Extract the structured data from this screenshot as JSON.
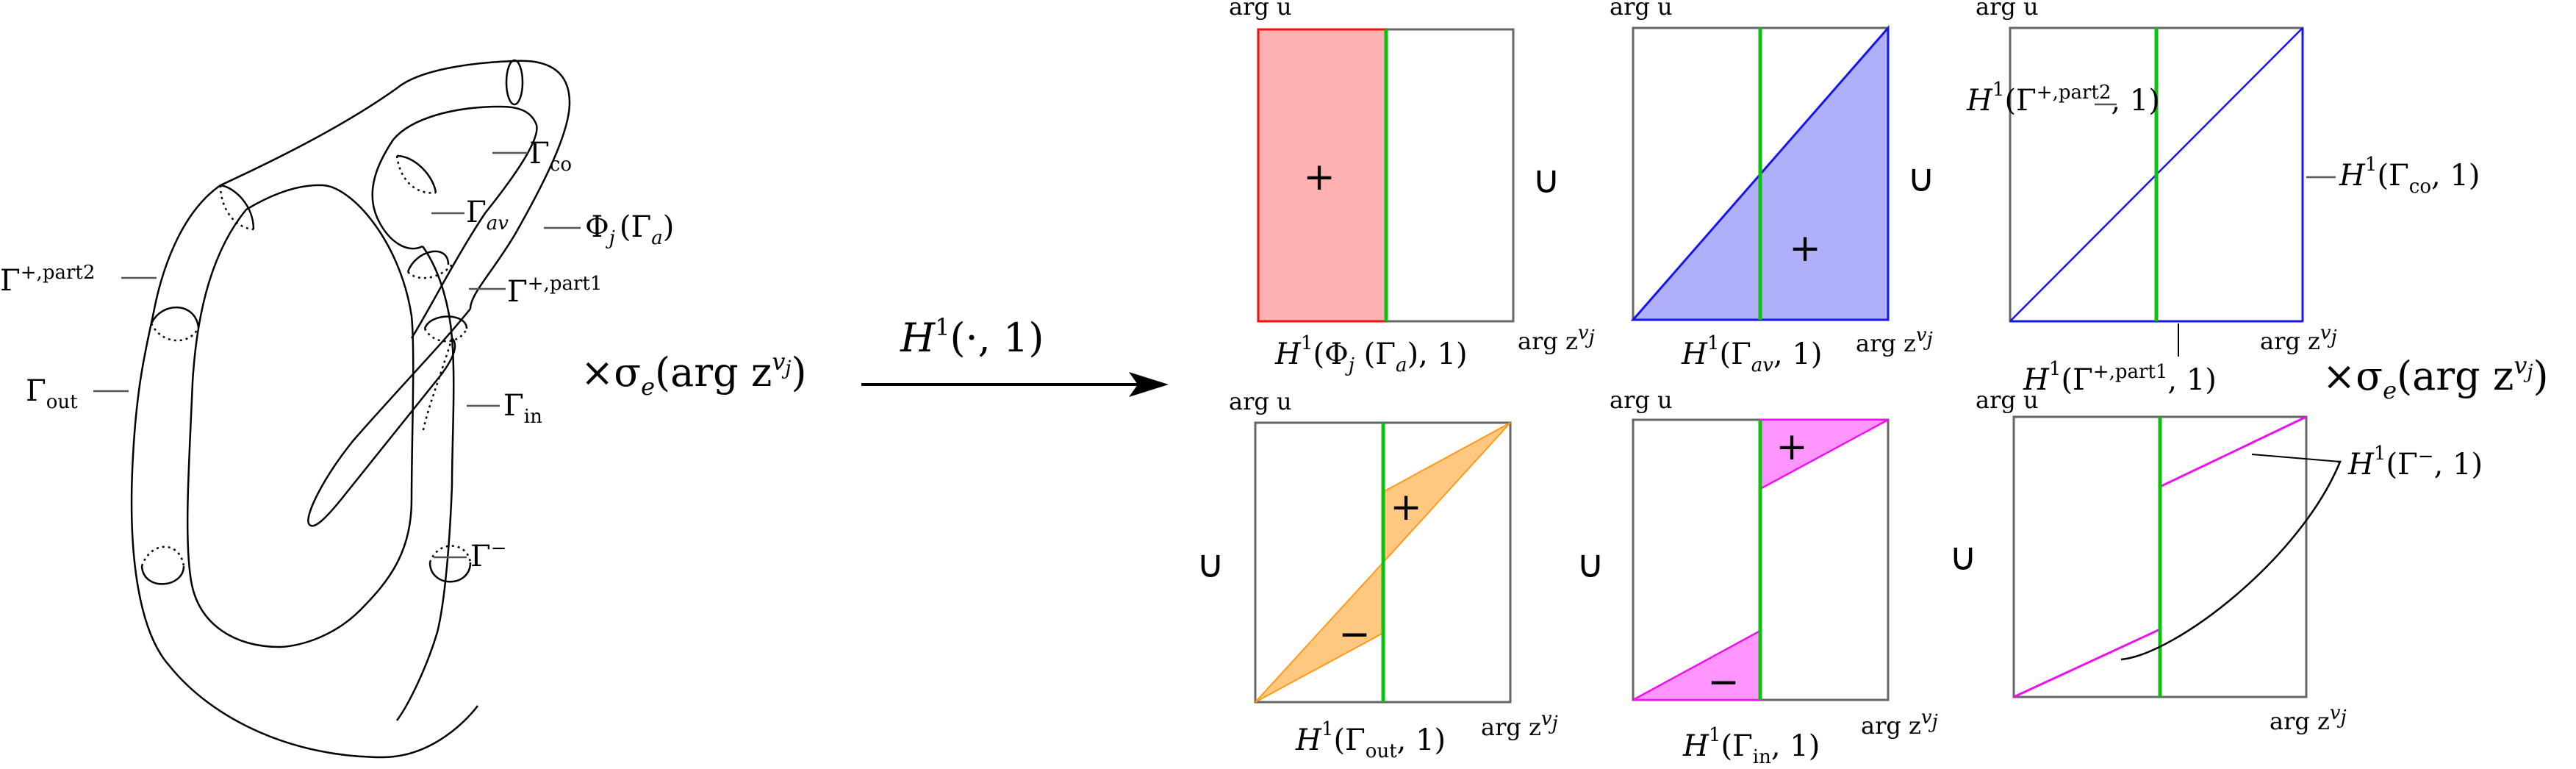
{
  "left_diagram": {
    "labels": {
      "gamma_co": "Γ",
      "gamma_co_sub": "co",
      "gamma_av": "Γ",
      "gamma_av_sub": "av",
      "phi": "Φ",
      "phi_sub": "j",
      "phi_arg": "(Γ",
      "phi_arg_sub": "a",
      "phi_close": ")",
      "gamma_plus_part2": "Γ",
      "gamma_plus_part2_sup": "+,part2",
      "gamma_plus_part1": "Γ",
      "gamma_plus_part1_sup": "+,part1",
      "gamma_out": "Γ",
      "gamma_out_sub": "out",
      "gamma_in": "Γ",
      "gamma_in_sub": "in",
      "gamma_minus": "Γ",
      "gamma_minus_sup": "−"
    },
    "times_sigma": {
      "prefix": "×σ",
      "sub": "e",
      "body": "(arg z",
      "sup": "v",
      "sup_sub": "j",
      "close": ")"
    }
  },
  "arrow": {
    "label_H": "H",
    "label_sup": "1",
    "label_args": "(·, 1)"
  },
  "panels": {
    "axis_y": "arg u",
    "axis_x": "arg z",
    "axis_x_sup": "v",
    "axis_x_sup_sub": "j",
    "union_symbol": "∪",
    "plus": "+",
    "minus": "−",
    "p1": {
      "caption": "H¹(Φⱼ(Γₐ), 1)",
      "sign": "+"
    },
    "p2": {
      "caption": "H¹(Γ_av, 1)",
      "sign": "+"
    },
    "p3": {
      "caption_bottom": "H¹(Γ⁺·ᵖᵃʳᵗ¹, 1)",
      "caption_left": "H¹(Γ⁺·ᵖᵃʳᵗ², 1)",
      "caption_right": "H¹(Γ_co, 1)"
    },
    "p4": {
      "caption": "H¹(Γ_out, 1)",
      "signs": [
        "+",
        "−"
      ]
    },
    "p5": {
      "caption": "H¹(Γ_in, 1)",
      "signs": [
        "+",
        "−"
      ]
    },
    "p6": {
      "caption_right": "H¹(Γ⁻, 1)"
    },
    "captions": {
      "H": "H",
      "one": "1",
      "p1_open": "(Φ",
      "p1_j": "j",
      "p1_mid": " (Γ",
      "p1_a": "a",
      "p1_close": "), 1)",
      "p2_open": "(Γ",
      "p2_sub": "av",
      "p2_close": ", 1)",
      "p3_left_open": "(Γ",
      "p3_left_sup": "+,part2",
      "p3_left_close": ", 1)",
      "p3_right_open": "(Γ",
      "p3_right_sub": "co",
      "p3_right_close": ", 1)",
      "p3_bottom_open": "(Γ",
      "p3_bottom_sup": "+,part1",
      "p3_bottom_close": ", 1)",
      "p4_open": "(Γ",
      "p4_sub": "out",
      "p4_close": ", 1)",
      "p5_open": "(Γ",
      "p5_sub": "in",
      "p5_close": ", 1)",
      "p6_open": "(Γ",
      "p6_sup": "−",
      "p6_close": ", 1)"
    },
    "times_sigma_right": {
      "prefix": "×σ",
      "sub": "e",
      "body": "(arg z",
      "sup": "v",
      "sup_sub": "j",
      "close": ")"
    }
  },
  "colors": {
    "red_fill": "#ffb0b0",
    "red_stroke": "#ee1111",
    "blue_fill": "#b0b0fa",
    "blue_stroke": "#1515ee",
    "orange_fill": "#ffc880",
    "orange_stroke": "#ff9a1a",
    "magenta_fill": "#ff96ff",
    "magenta_stroke": "#ee11ee",
    "green_line": "#10c010",
    "frame": "#666666"
  }
}
